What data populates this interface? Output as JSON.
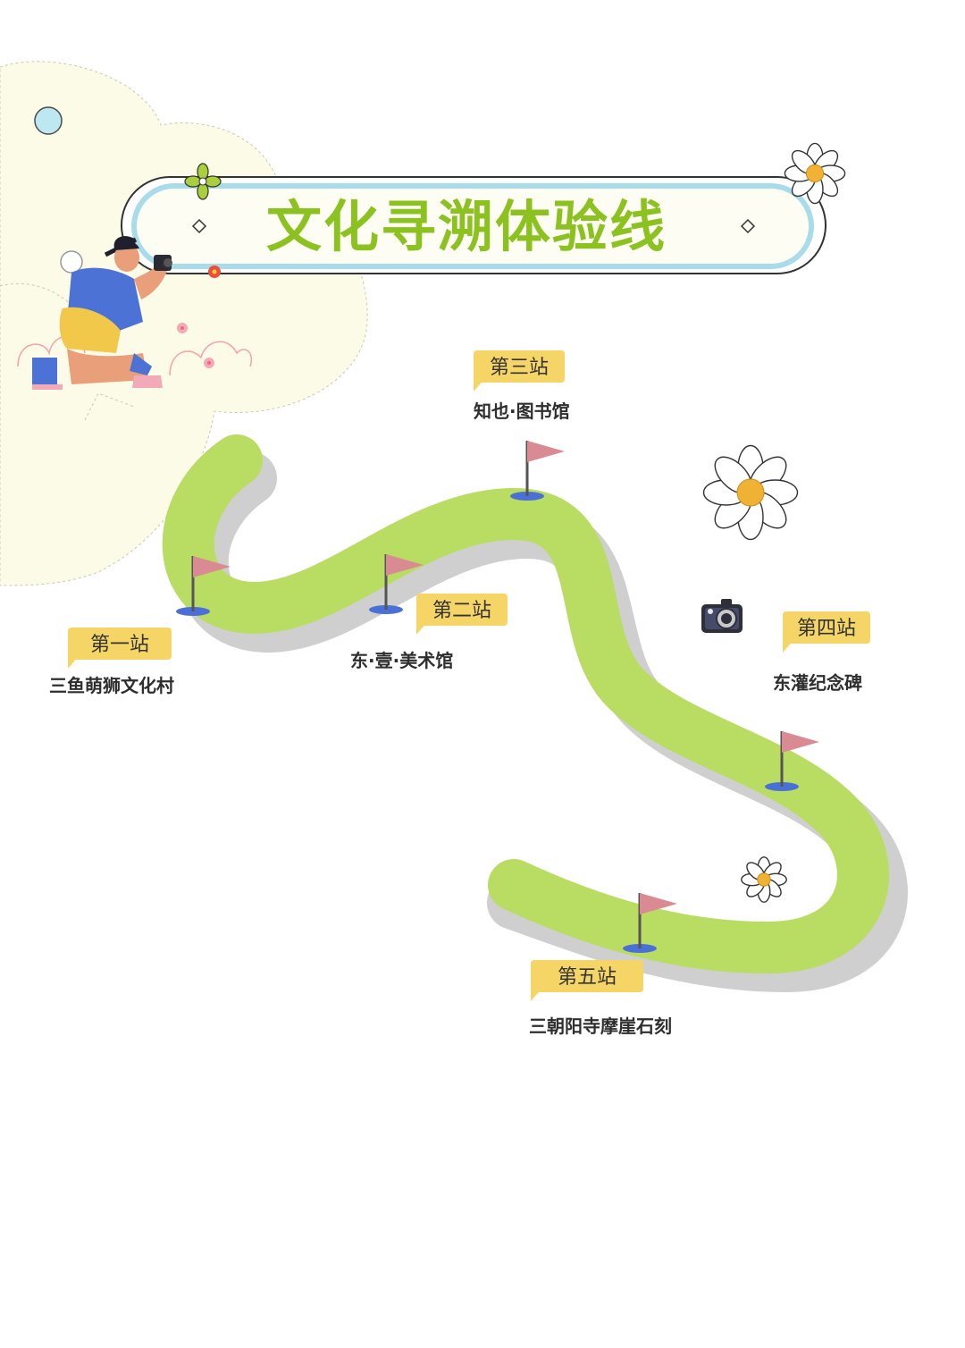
{
  "title": "文化寻溯体验线",
  "colors": {
    "route": "#b9dd62",
    "route_shadow": "#cfcfcf",
    "title": "#8cc21f",
    "tag": "#f5d565",
    "flag": "#d98a92",
    "flag_base": "#4a6fd6",
    "cloud": "#fbfbe8"
  },
  "stations": [
    {
      "label": "第一站",
      "place": "三鱼萌狮文化村"
    },
    {
      "label": "第二站",
      "place": "东·壹·美术馆"
    },
    {
      "label": "第三站",
      "place": "知也·图书馆"
    },
    {
      "label": "第四站",
      "place": "东灌纪念碑"
    },
    {
      "label": "第五站",
      "place": "三朝阳寺摩崖石刻"
    }
  ],
  "decorations": {
    "photographer": "photographer-illustration",
    "camera": "camera-icon",
    "flowers": [
      "daisy-icon",
      "daisy-icon",
      "daisy-icon"
    ]
  }
}
